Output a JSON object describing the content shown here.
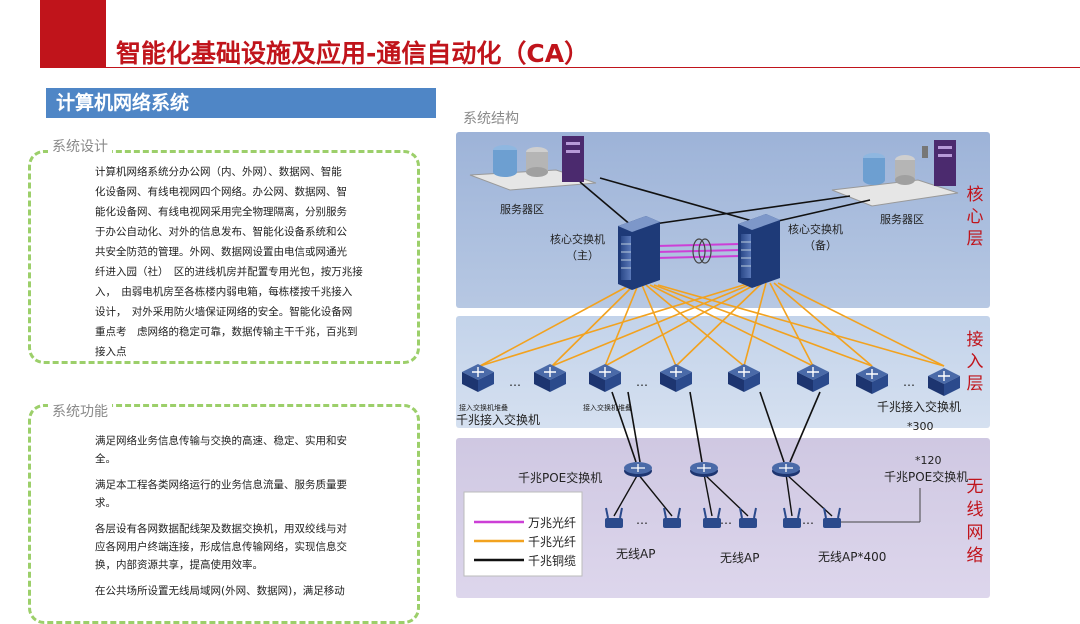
{
  "title": "智能化基础设施及应用-通信自动化（CA）",
  "section_title": "计算机网络系统",
  "design": {
    "label": "系统设计",
    "lines": [
      "计算机网络系统分办公网（内、外网）、数据网、智能",
      "化设备网、有线电视网四个网络。办公网、数据网、智",
      "能化设备网、有线电视网采用完全物理隔离，分别服务",
      "于办公自动化、对外的信息发布、智能化设备系统和公",
      "共安全防范的管理。外网、数据网设置由电信或网通光",
      "纤进入园（社）　区的进线机房并配置专用光包，按万兆接",
      "入，　由弱电机房至各栋楼内弱电箱，每栋楼按千兆接入",
      "设计，　对外采用防火墙保证网络的安全。智能化设备网",
      "重点考　虑网络的稳定可靠，数据传输主干千兆，百兆到",
      "接入点"
    ]
  },
  "function": {
    "label": "系统功能",
    "items": [
      {
        "lines": [
          "满足网络业务信息传输与交换的高速、稳定、实用和安",
          "全。"
        ]
      },
      {
        "lines": [
          "满足本工程各类网络运行的业务信息流量、服务质量要",
          "求。"
        ]
      },
      {
        "lines": [
          "各层设有各网数据配线架及数据交换机，用双绞线与对",
          "应各网用户终端连接，形成信息传输网络，实现信息交",
          "换，内部资源共享，提高使用效率。"
        ]
      },
      {
        "lines": [
          "在公共场所设置无线局域网(外网、数据网)，满足移动"
        ]
      }
    ]
  },
  "diagram": {
    "label": "系统结构",
    "layers": {
      "core": "核心层",
      "access": "接入层",
      "wireless": "无线网络"
    },
    "server_area_left": "服务器区",
    "server_area_right": "服务器区",
    "core_main": [
      "核心交换机",
      "（主）"
    ],
    "core_backup": [
      "核心交换机",
      "（备）"
    ],
    "access_small_left": "接入交换机堆叠",
    "access_small_mid": "接入交换机堆叠",
    "access_left": "千兆接入交换机",
    "access_right": "千兆接入交换机",
    "access_count": "*300",
    "poe_left": "千兆POE交换机",
    "poe_right": "千兆POE交换机",
    "poe_count": "*120",
    "ap_1": "无线AP",
    "ap_2": "无线AP",
    "ap_3": "无线AP*400",
    "ellipsis": "…",
    "legend": [
      {
        "label": "万兆光纤",
        "color": "#cc3fd6"
      },
      {
        "label": "千兆光纤",
        "color": "#f2a21f"
      },
      {
        "label": "千兆铜缆",
        "color": "#111111"
      }
    ]
  }
}
